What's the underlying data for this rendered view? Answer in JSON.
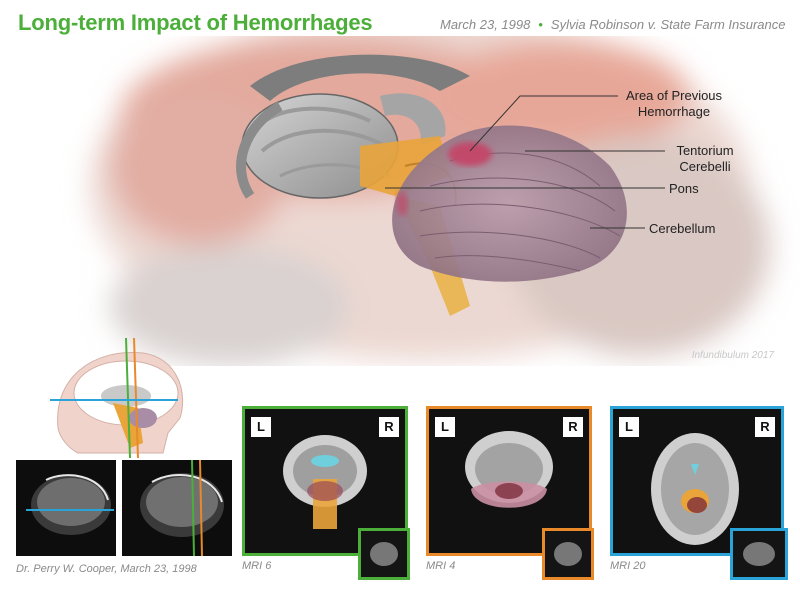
{
  "header": {
    "title": "Long-term Impact of Hemorrhages",
    "date": "March 23, 1998",
    "case": "Sylvia Robinson v. State Farm Insurance"
  },
  "labels": {
    "previous_hemorrhage_line1": "Area of Previous",
    "previous_hemorrhage_line2": "Hemorrhage",
    "tentorium_line1": "Tentorium",
    "tentorium_line2": "Cerebelli",
    "pons": "Pons",
    "cerebellum": "Cerebellum"
  },
  "credit": "Infundibulum 2017",
  "sagittal_caption": "Dr. Perry W. Cooper, March 23, 1998",
  "panels": [
    {
      "caption": "MRI 6",
      "left": "L",
      "right": "R",
      "border": "#4caf3a"
    },
    {
      "caption": "MRI 4",
      "left": "L",
      "right": "R",
      "border": "#e8892a"
    },
    {
      "caption": "MRI 20",
      "left": "L",
      "right": "R",
      "border": "#2aa3d8"
    }
  ],
  "colors": {
    "title_green": "#4caf3a",
    "orange": "#e8892a",
    "blue": "#2aa3d8"
  }
}
